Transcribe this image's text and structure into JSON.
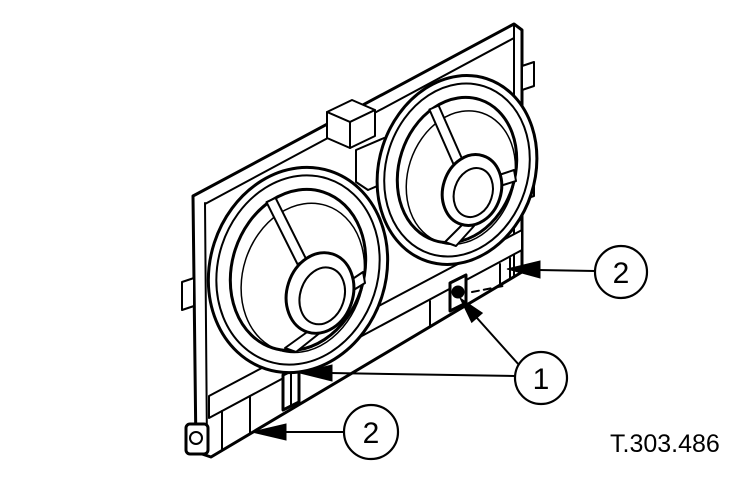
{
  "callouts": {
    "upper_right": {
      "label": "2"
    },
    "middle": {
      "label": "1"
    },
    "lower": {
      "label": "2"
    }
  },
  "reference_code": "T.303.486"
}
